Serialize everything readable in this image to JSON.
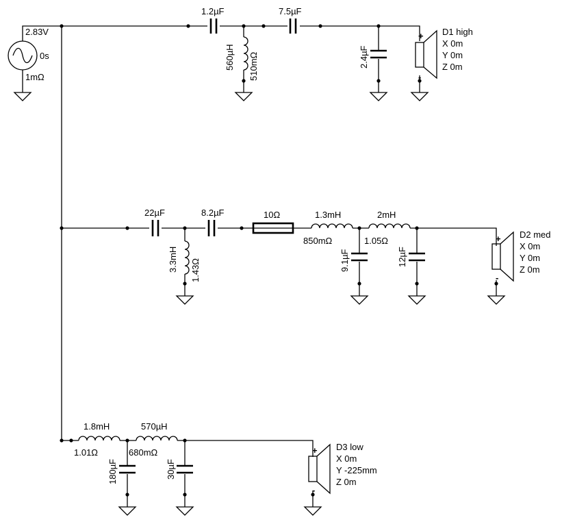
{
  "source": {
    "voltage": "2.83V",
    "delay": "0s",
    "resistance": "1mΩ"
  },
  "high_branch": {
    "c1": "1.2µF",
    "c2": "7.5µF",
    "l_shunt": "560µH",
    "l_shunt_r": "510mΩ",
    "c_shunt": "2.4µF",
    "driver": {
      "name": "D1 high",
      "x": "X 0m",
      "y": "Y 0m",
      "z": "Z 0m",
      "color": "#e01010"
    }
  },
  "mid_branch": {
    "c1": "22µF",
    "c2": "8.2µF",
    "l_shunt": "3.3mH",
    "l_shunt_r": "1.43Ω",
    "r_series": "10Ω",
    "l1": "1.3mH",
    "l1_r": "850mΩ",
    "l2": "2mH",
    "l2_r": "1.05Ω",
    "c_shunt1": "9.1µF",
    "c_shunt2": "12µF",
    "driver": {
      "name": "D2 med",
      "x": "X 0m",
      "y": "Y 0m",
      "z": "Z 0m",
      "color": "#1a9a1a"
    }
  },
  "low_branch": {
    "l1": "1.8mH",
    "l1_r": "1.01Ω",
    "l2": "570µH",
    "l2_r": "680mΩ",
    "c_shunt1": "180µF",
    "c_shunt2": "30µF",
    "driver": {
      "name": "D3 low",
      "x": "X 0m",
      "y": "Y -225mm",
      "z": "Z 0m",
      "color": "#1a1ad0"
    }
  },
  "polarity": {
    "plus": "+",
    "minus": "-"
  }
}
